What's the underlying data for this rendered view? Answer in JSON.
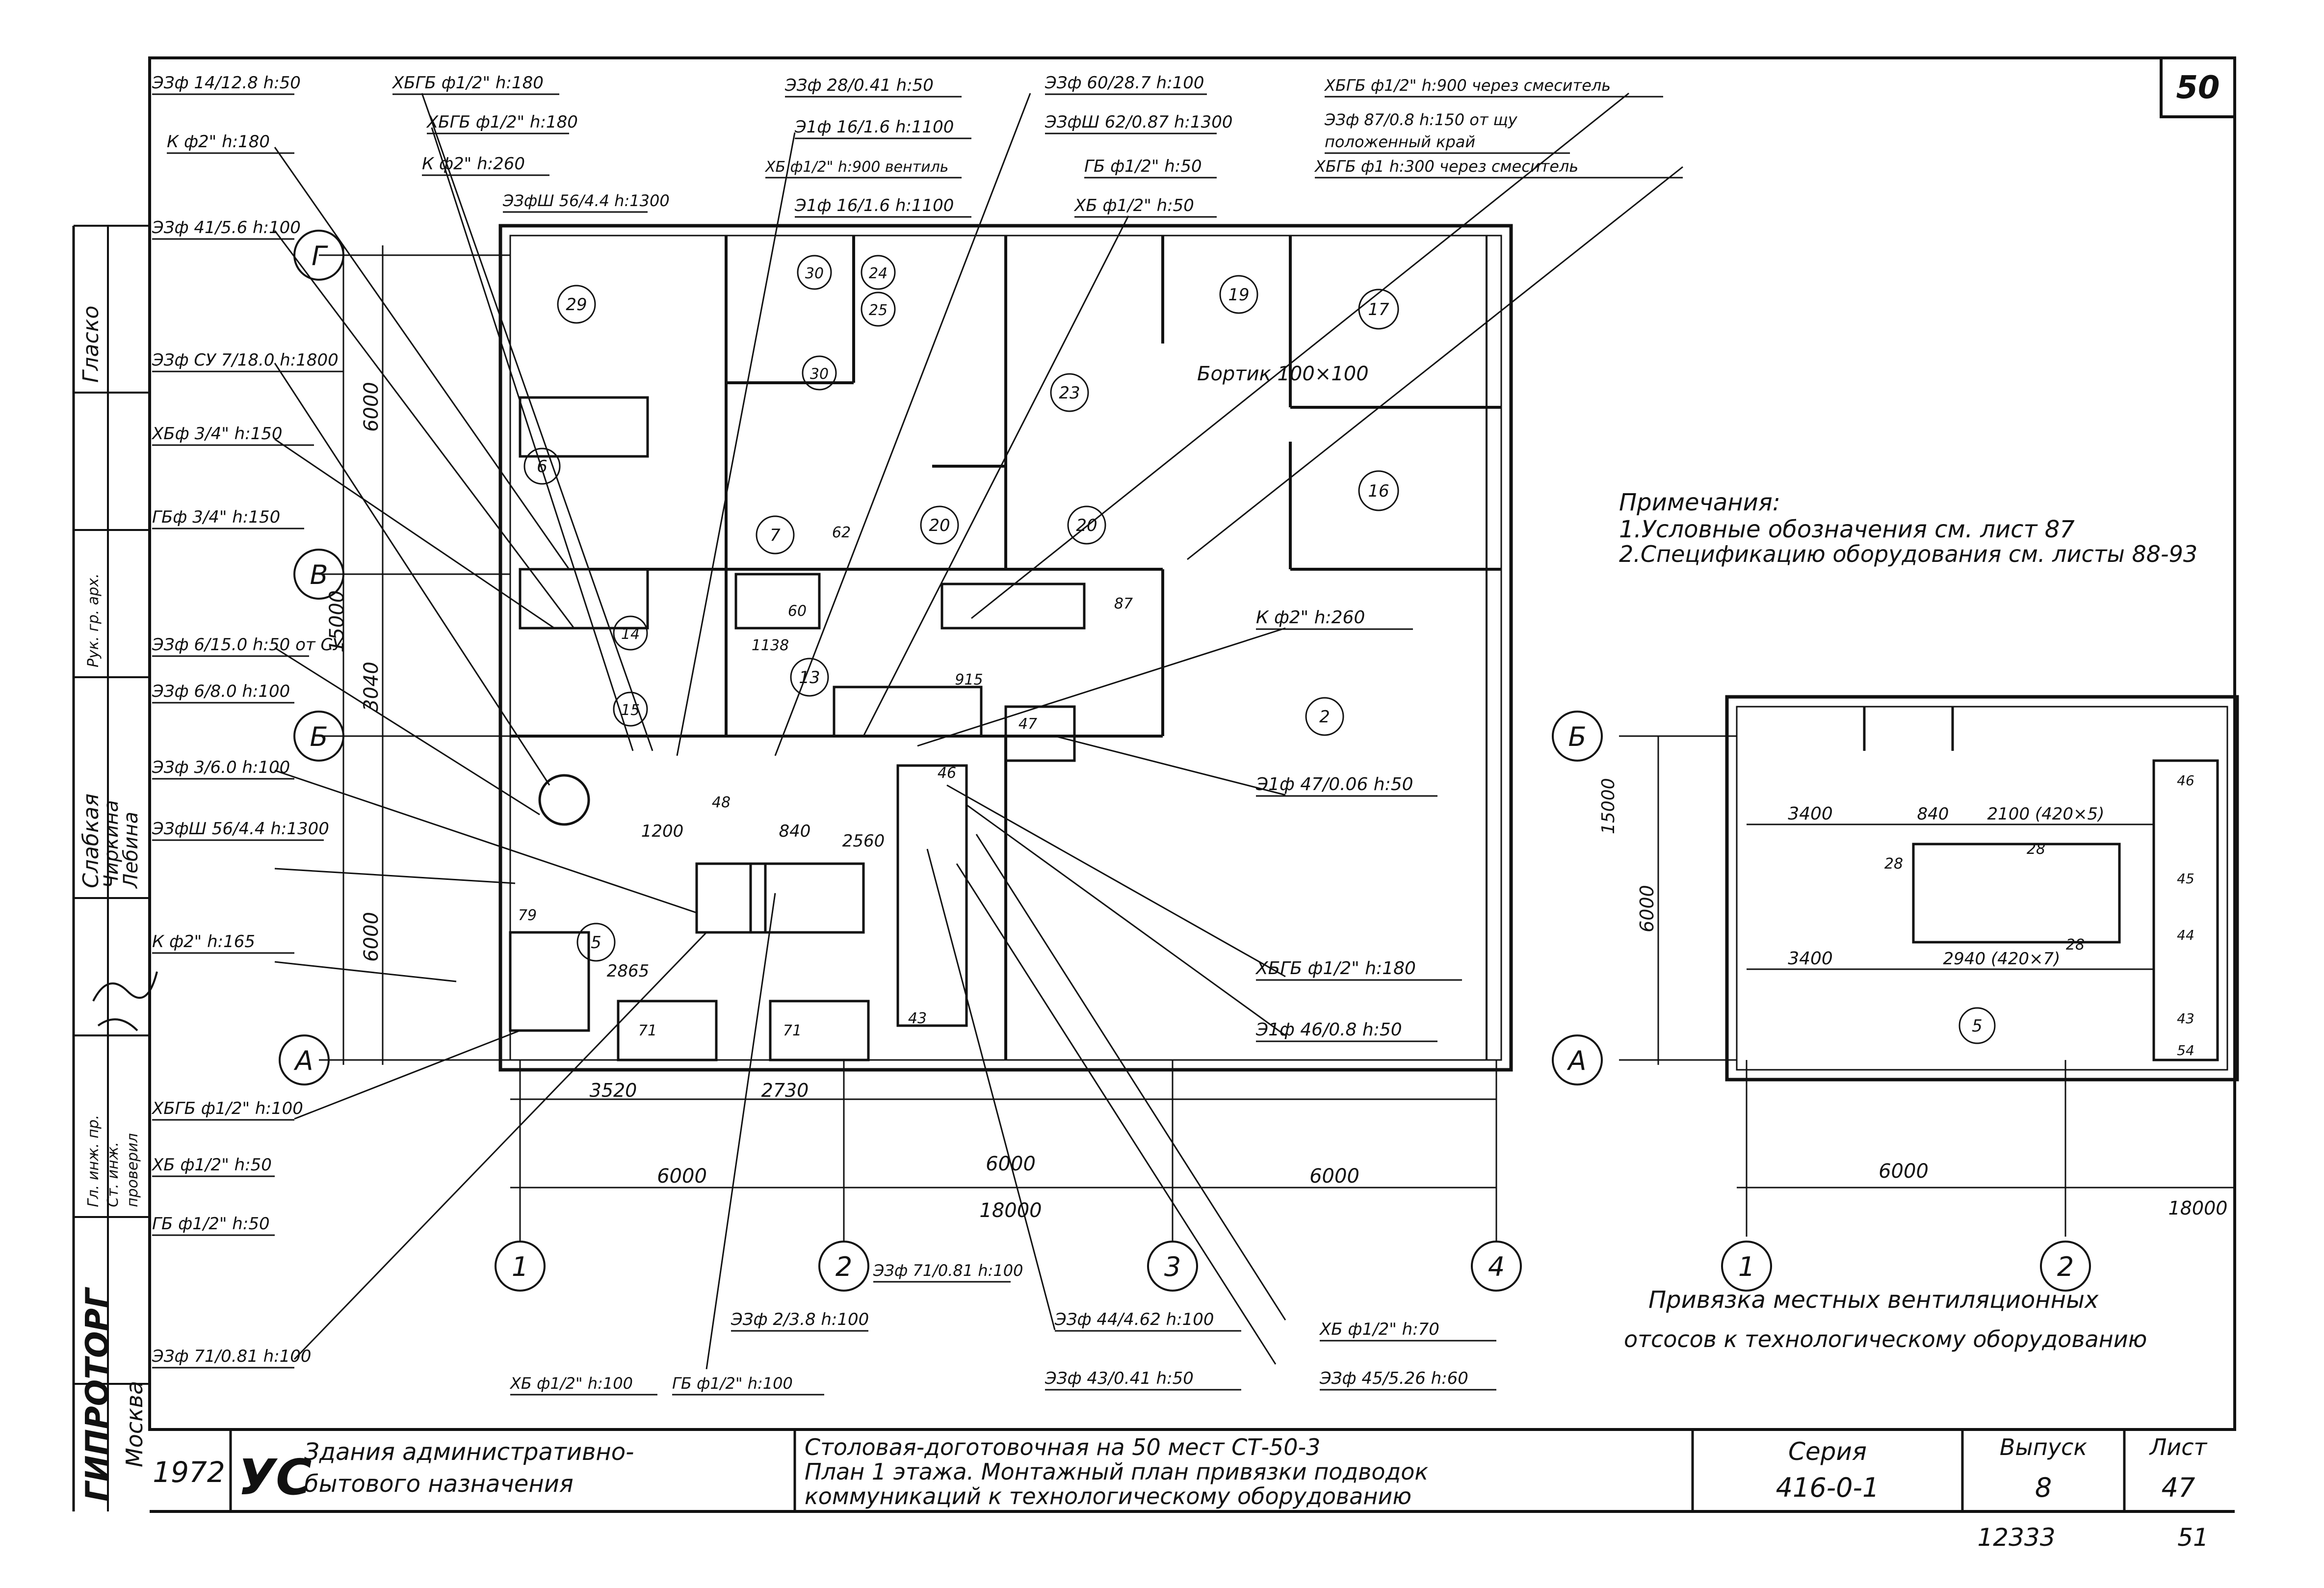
{
  "sheet_corner_number": "50",
  "stamp": {
    "org": "ГИПРОТОРГ",
    "city": "Москва",
    "roles": [
      "Гл. инж. пр.",
      "Ст. инж.",
      "проверил",
      "Рук. гр. арх."
    ],
    "names": [
      "Гласко",
      "Слабкая",
      "Чиркина",
      "Лебина"
    ]
  },
  "title_block": {
    "year": "1972",
    "logo": "УС",
    "category_line1": "Здания административно-",
    "category_line2": "бытового назначения",
    "drawing_line1": "Столовая-доготовочная на 50 мест  СТ-50-3",
    "drawing_line2": "План 1 этажа. Монтажный план привязки подводок",
    "drawing_line3": "коммуникаций к технологическому оборудованию",
    "series_label": "Серия",
    "series_value": "416-0-1",
    "issue_label": "Выпуск",
    "issue_value": "8",
    "sheet_label": "Лист",
    "sheet_value": "47",
    "bottom_number": "12333",
    "bottom_page": "51"
  },
  "notes": {
    "heading": "Примечания:",
    "items": [
      "1.Условные обозначения см. лист 87",
      "2.Спецификацию оборудования см. листы 88-93"
    ]
  },
  "left_callouts": [
    "ЭЗф 14/12.8 h:50",
    "К ф2\" h:180",
    "ЭЗф 41/5.6 h:100",
    "ЭЗф СУ 7/18.0 h:1800",
    "ХБф 3/4\" h:150",
    "ГБф 3/4\" h:150",
    "ЭЗф 6/15.0 h:50 от СУ",
    "ЭЗф 6/8.0 h:100",
    "ЭЗф 3/6.0 h:100",
    "ЭЗфШ 56/4.4 h:1300",
    "К ф2\" h:165",
    "ХБГБ ф1/2\" h:100",
    "ХБ ф1/2\" h:50",
    "ГБ ф1/2\" h:50",
    "ЭЗф 71/0.81 h:100"
  ],
  "top_callouts": [
    "ХБГБ ф1/2\" h:180",
    "ХБГБ ф1/2\" h:180",
    "К ф2\" h:260",
    "ЭЗфШ 56/4.4 h:1300",
    "ЭЗф 28/0.41 h:50",
    "Э1ф 16/1.6 h:1100",
    "ХБ ф1/2\" h:900 вентиль",
    "Э1ф 16/1.6 h:1100",
    "ЭЗф 60/28.7 h:100",
    "ЭЗфШ 62/0.87 h:1300",
    "ГБ ф1/2\" h:50",
    "ХБ ф1/2\" h:50",
    "ХБГБ ф1/2\" h:900 через смеситель",
    "ЭЗф 87/0.8 h:150 от щу",
    "положенный край",
    "ХБГБ ф1 h:300 через смеситель"
  ],
  "right_callouts": [
    "К ф2\" h:260",
    "Э1ф 47/0.06 h:50",
    "ХБГБ ф1/2\" h:180",
    "Э1ф 46/0.8 h:50"
  ],
  "bottom_callouts": [
    "ЭЗф 71/0.81 h:100",
    "ЭЗф 2/3.8 h:100",
    "ЭЗф 44/4.62 h:100",
    "ЭЗф 43/0.41 h:50",
    "ХБ ф1/2\" h:70",
    "ЭЗф 45/5.26 h:60",
    "ХБ ф1/2\" h:100",
    "ГБ ф1/2\" h:100"
  ],
  "plan_labels": {
    "bortik": "Бортик 100×100",
    "rooms": [
      "29",
      "30",
      "24",
      "25",
      "30",
      "23",
      "19",
      "17",
      "16",
      "6",
      "7",
      "20",
      "20",
      "62",
      "60",
      "87",
      "13",
      "2",
      "14",
      "15",
      "5",
      "79",
      "71",
      "71",
      "43",
      "47",
      "46",
      "48"
    ],
    "axes_letters": [
      "Г",
      "В",
      "Б",
      "А"
    ],
    "axes_numbers": [
      "1",
      "2",
      "3",
      "4"
    ],
    "dims_bottom": [
      "3520",
      "2730",
      "6000",
      "6000",
      "6000",
      "18000"
    ],
    "dims_left": [
      "6000",
      "3040",
      "15000",
      "6000"
    ],
    "dims_inner": [
      "2865",
      "1200",
      "840",
      "2560",
      "1138",
      "915"
    ]
  },
  "inset": {
    "caption_line1": "Привязка местных вентиляционных",
    "caption_line2": "отсосов к технологическому оборудованию",
    "axes_letters": [
      "Б",
      "А"
    ],
    "axes_numbers": [
      "1",
      "2"
    ],
    "dims": [
      "3400",
      "840",
      "2100 (420×5)",
      "3400",
      "2940 (420×7)",
      "6000",
      "18000",
      "15000",
      "6000"
    ],
    "room": "5",
    "equipment": [
      "28",
      "28",
      "28",
      "46",
      "45",
      "44",
      "43",
      "54"
    ]
  }
}
